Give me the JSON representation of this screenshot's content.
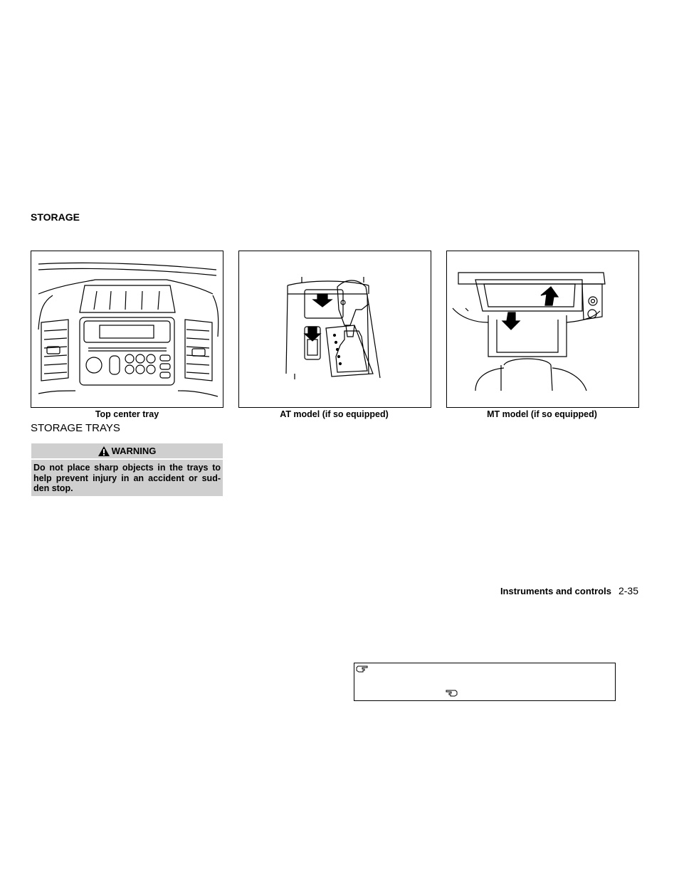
{
  "section": {
    "title": "STORAGE"
  },
  "figures": [
    {
      "caption": "Top center tray",
      "icon": "dashboard-tray-illustration"
    },
    {
      "caption": "AT model (if so equipped)",
      "icon": "at-shifter-tray-illustration"
    },
    {
      "caption": "MT model (if so equipped)",
      "icon": "mt-console-tray-illustration"
    }
  ],
  "subsection": {
    "title": "STORAGE TRAYS"
  },
  "warning": {
    "label": "WARNING",
    "icon": "warning-triangle-icon",
    "text": "Do not place sharp objects in the trays to help prevent injury in an accident or sud-den stop."
  },
  "footer": {
    "section_name": "Instruments and controls",
    "page_number": "2-35"
  },
  "stamp_box": {
    "icons": [
      "pointing-hand-icon",
      "pointing-hand-icon"
    ]
  }
}
